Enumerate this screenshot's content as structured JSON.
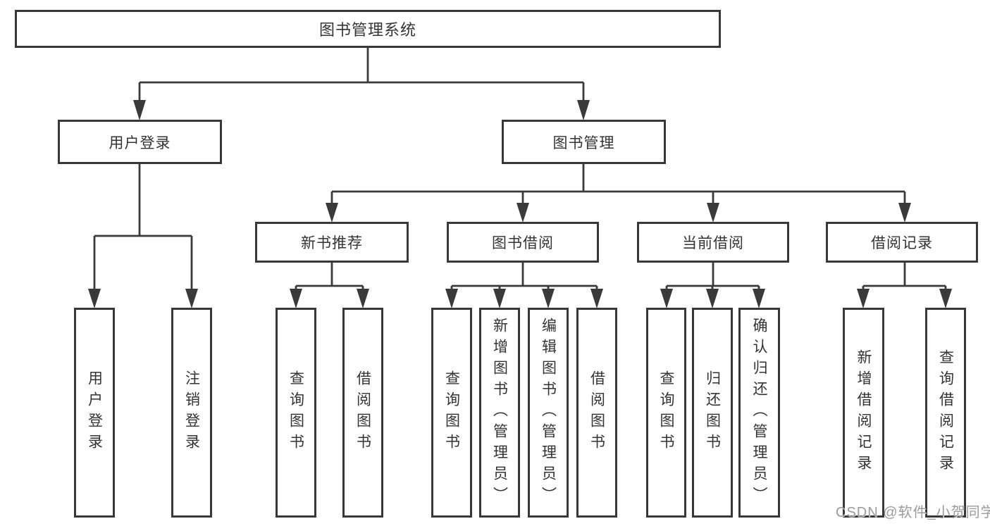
{
  "diagram": {
    "type": "hierarchy-tree",
    "root": {
      "label": "图书管理系统",
      "children": [
        {
          "label": "用户登录",
          "children": [
            {
              "label": "用户登录"
            },
            {
              "label": "注销登录"
            }
          ]
        },
        {
          "label": "图书管理",
          "children": [
            {
              "label": "新书推荐",
              "children": [
                {
                  "label": "查询图书"
                },
                {
                  "label": "借阅图书"
                }
              ]
            },
            {
              "label": "图书借阅",
              "children": [
                {
                  "label": "查询图书"
                },
                {
                  "label": "新增图书（管理员）"
                },
                {
                  "label": "编辑图书（管理员）"
                },
                {
                  "label": "借阅图书"
                }
              ]
            },
            {
              "label": "当前借阅",
              "children": [
                {
                  "label": "查询图书"
                },
                {
                  "label": "归还图书"
                },
                {
                  "label": "确认归还（管理员）"
                }
              ]
            },
            {
              "label": "借阅记录",
              "children": [
                {
                  "label": "新增借阅记录"
                },
                {
                  "label": "查询借阅记录"
                }
              ]
            }
          ]
        }
      ]
    }
  },
  "watermark": {
    "text": "CSDN @软件_小贺同学"
  },
  "style": {
    "line_color": "#3a3a3a",
    "border_color": "#383838",
    "text_color": "#333333",
    "watermark_color": "#9b9b9b",
    "background": "#ffffff"
  }
}
